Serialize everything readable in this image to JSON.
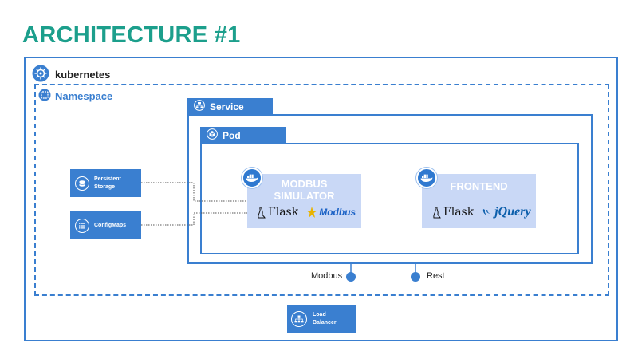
{
  "title": "ARCHITECTURE #1",
  "kubernetes": {
    "label": "kubernetes",
    "icon": "kubernetes-helm-icon"
  },
  "namespace": {
    "label": "Namespace",
    "icon": "namespace-icon"
  },
  "service": {
    "label": "Service",
    "icon": "service-icon"
  },
  "pod": {
    "label": "Pod",
    "icon": "pod-cube-icon"
  },
  "resources": {
    "persistent_storage": {
      "line1": "Persistent",
      "line2": "Storage",
      "icon": "storage-icon"
    },
    "configmaps": {
      "label": "ConfigMaps",
      "icon": "list-icon"
    }
  },
  "containers": {
    "modbus_simulator": {
      "line1": "MODBUS",
      "line2": "SIMULATOR",
      "logo_flask": "Flask",
      "logo_modbus": "Modbus"
    },
    "frontend": {
      "label": "FRONTEND",
      "logo_flask": "Flask",
      "logo_jquery": "jQuery"
    }
  },
  "ports": {
    "modbus": "Modbus",
    "rest": "Rest"
  },
  "load_balancer": {
    "line1": "Load",
    "line2": "Balancer",
    "icon": "load-balancer-icon"
  },
  "colors": {
    "title": "#1c9f8c",
    "primary": "#3a7fd0",
    "container_fill": "#c9d8f6"
  }
}
